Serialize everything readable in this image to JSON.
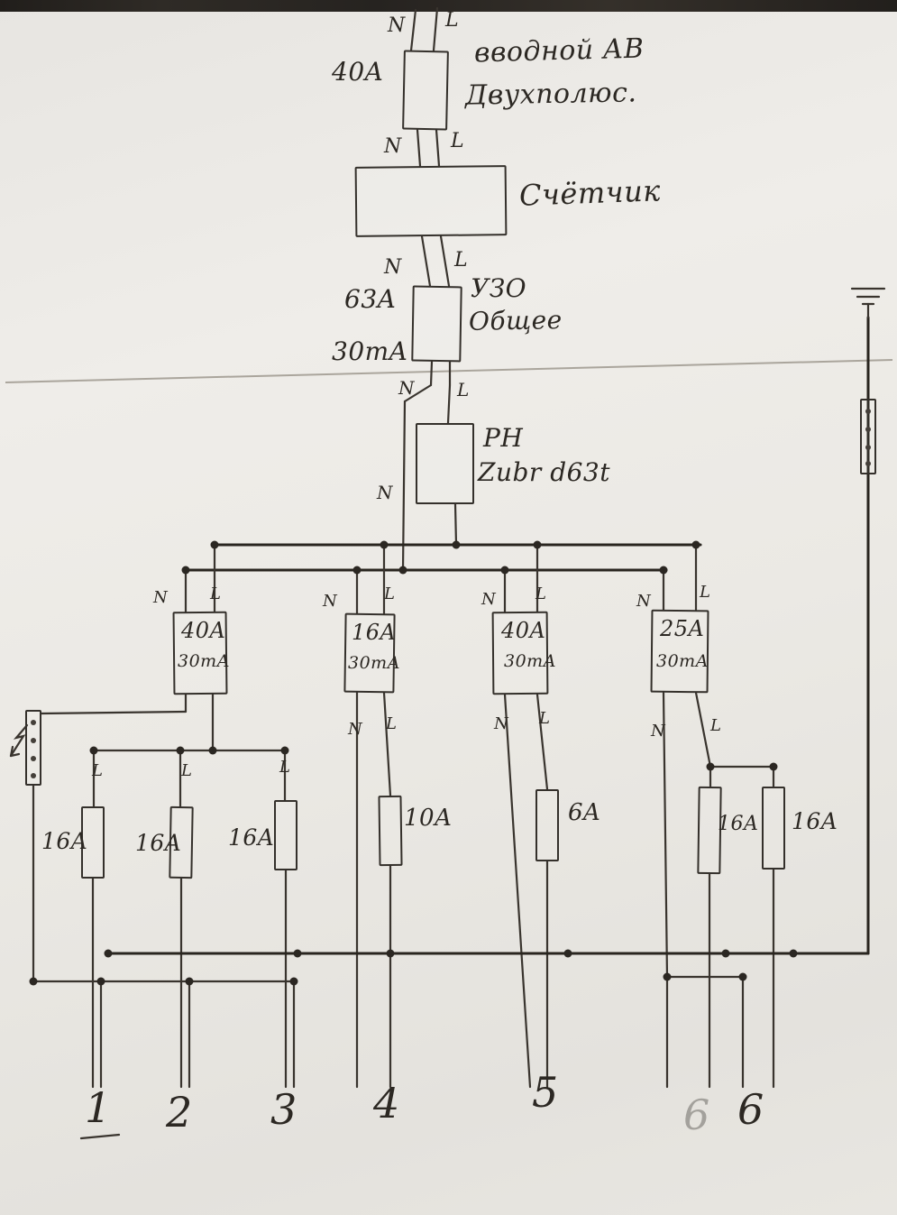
{
  "labels": {
    "n": "N",
    "l": "L"
  },
  "devices": {
    "main_breaker": {
      "rating": "40A",
      "title1": "вводной АВ",
      "title2": "Двухполюс."
    },
    "meter": {
      "title": "Счётчик"
    },
    "main_rcd": {
      "rating": "63A",
      "leakage": "30mA",
      "title1": "УЗО",
      "title2": "Общее"
    },
    "voltage_relay": {
      "title1": "РН",
      "title2": "Zubr d63t"
    }
  },
  "group_rcds": [
    {
      "rating": "40A",
      "leakage": "30mA"
    },
    {
      "rating": "16A",
      "leakage": "30mA"
    },
    {
      "rating": "40A",
      "leakage": "30mA"
    },
    {
      "rating": "25A",
      "leakage": "30mA"
    }
  ],
  "breakers": [
    {
      "rating": "16A"
    },
    {
      "rating": "16A"
    },
    {
      "rating": "16A"
    },
    {
      "rating": "10A"
    },
    {
      "rating": "6A"
    },
    {
      "rating": "16A"
    },
    {
      "rating": "16A"
    }
  ],
  "circuits": [
    "1",
    "2",
    "3",
    "4",
    "5",
    "6",
    "6"
  ]
}
